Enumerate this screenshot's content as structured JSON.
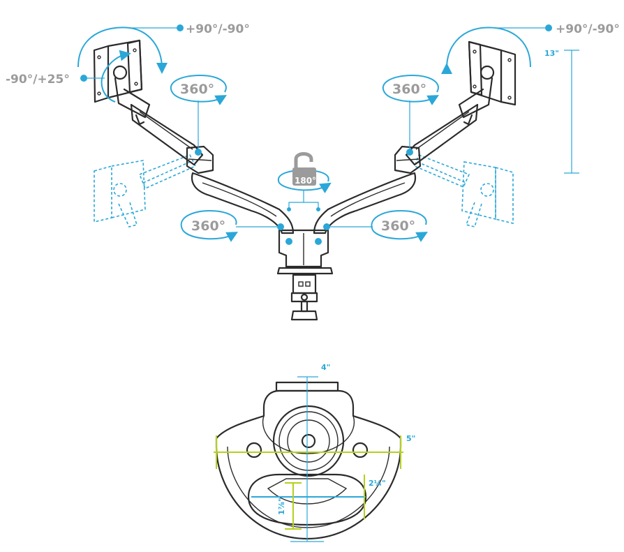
{
  "labels": {
    "tilt_left": "+90°/-90°",
    "tilt_right": "+90°/-90°",
    "swivel_left": "-90°/+25°",
    "rot_upper_left": "360°",
    "rot_upper_right": "360°",
    "rot_lower_left": "360°",
    "rot_lower_right": "360°",
    "center_rotation": "180°",
    "height_range": "13\"",
    "dim_top_width": "4\"",
    "dim_base_width": "5\"",
    "dim_slot_width": "2¼\"",
    "dim_slot_height": "1⅞\""
  },
  "icons": [
    "unlock-icon",
    "rotate-arrow-icon"
  ],
  "colors": {
    "accent_blue": "#2aa7d8",
    "accent_lime": "#b5cf1e",
    "line_grey": "#2b2b2b",
    "text_grey": "#9b9b9b"
  }
}
